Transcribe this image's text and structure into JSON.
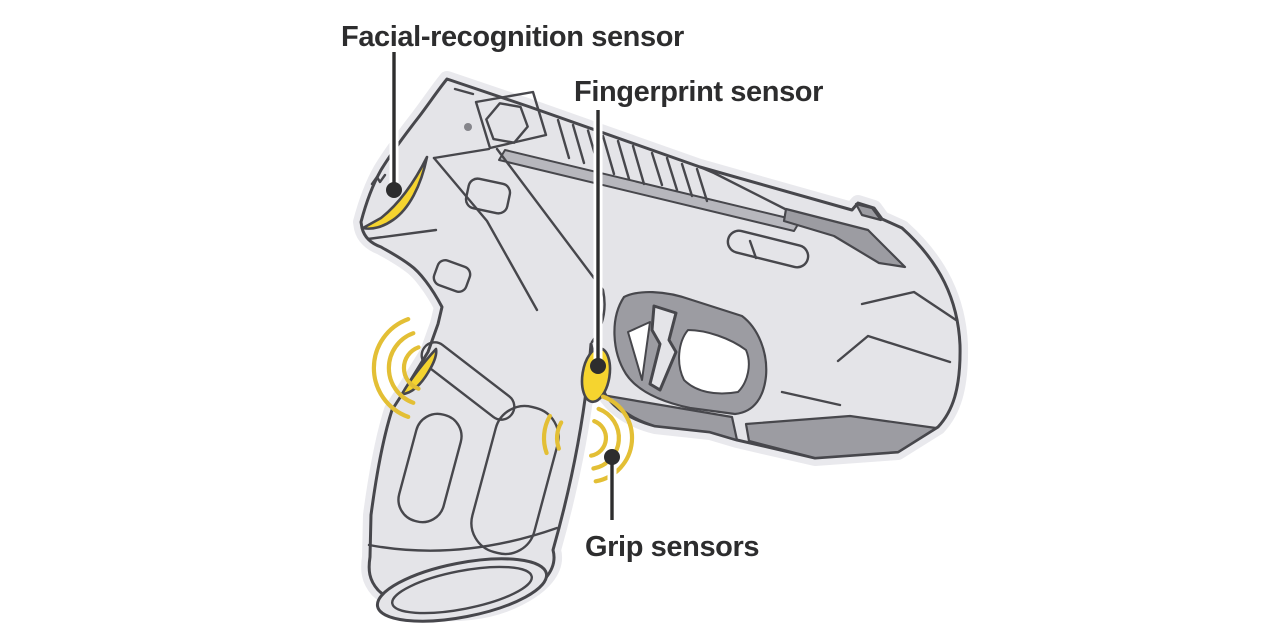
{
  "figure": {
    "labels": {
      "facial": "Facial-recognition sensor",
      "fingerprint": "Fingerprint sensor",
      "grip": "Grip sensors"
    },
    "colors": {
      "sensor_yellow": "#f5d42f",
      "wave_yellow": "#e3bf35",
      "body_gray": "#e4e4e8",
      "accent_gray": "#9c9ca2",
      "outline_gray": "#47474c",
      "label_text": "#2d2d2e",
      "background": "#ffffff"
    }
  }
}
